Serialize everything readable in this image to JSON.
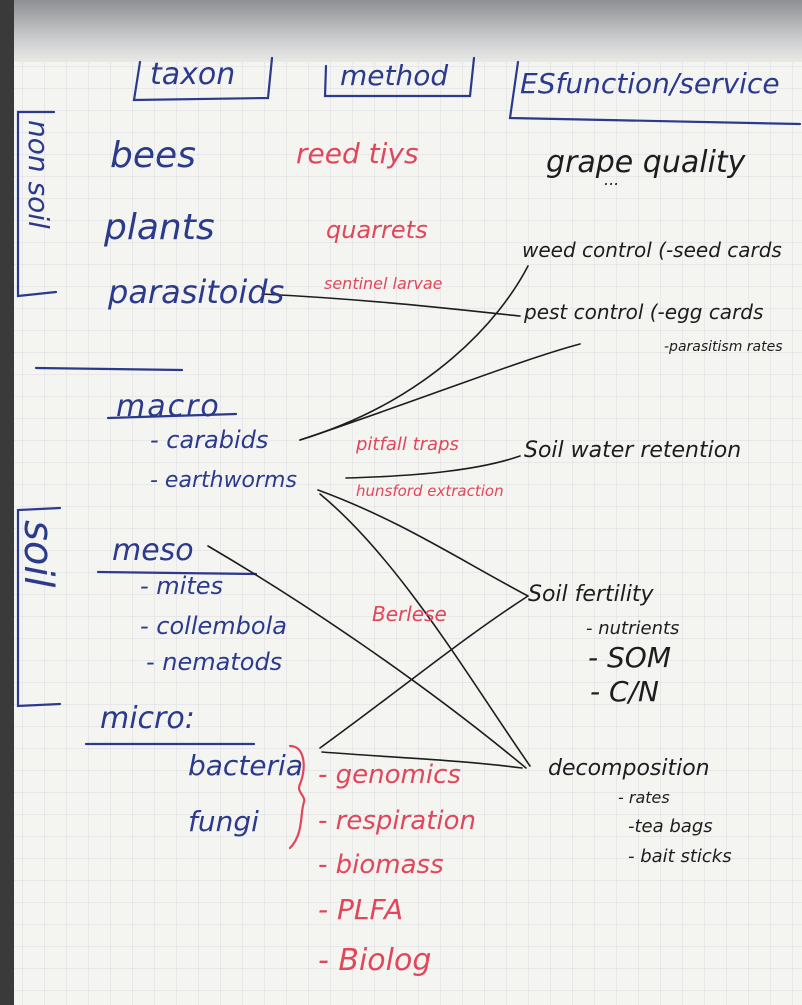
{
  "headers": {
    "taxon": "taxon",
    "method": "method",
    "function": "ESfunction/service"
  },
  "side_labels": {
    "non_soil": "non soil",
    "soil": "soil"
  },
  "non_soil_taxa": [
    "bees",
    "plants",
    "parasitoids"
  ],
  "non_soil_methods": [
    "reed tiys",
    "quarrets",
    "sentinel larvae"
  ],
  "macro": {
    "title": "macro",
    "items": [
      "- carabids",
      "- earthworms"
    ],
    "methods": [
      "pitfall traps",
      "hunsford extraction"
    ]
  },
  "meso": {
    "title": "meso",
    "items": [
      "- mites",
      "- collembola",
      "- nematods"
    ],
    "methods": [
      "Berlese"
    ]
  },
  "micro": {
    "title": "micro:",
    "items": [
      "bacteria",
      "fungi"
    ],
    "methods": [
      "- genomics",
      "- respiration",
      "- biomass",
      "- PLFA",
      "- Biolog"
    ]
  },
  "services": {
    "grape": "grape quality",
    "grape_sub": "...",
    "weed": "weed control (-seed cards",
    "pest": "pest control (-egg cards",
    "pest_sub": "-parasitism rates",
    "soil_water": "Soil water retention",
    "fertility": "Soil fertility",
    "fertility_items": [
      "- nutrients",
      "- SOM",
      "- C/N"
    ],
    "decomposition": "decomposition",
    "decomposition_items": [
      "- rates",
      "-tea bags",
      "- bait sticks"
    ]
  },
  "colors": {
    "ink_blue": "#2c3a8c",
    "ink_red": "#e0475a",
    "ink_black": "#1d1d1d",
    "paper": "#f4f4f1",
    "grid": "#dcdde2"
  }
}
